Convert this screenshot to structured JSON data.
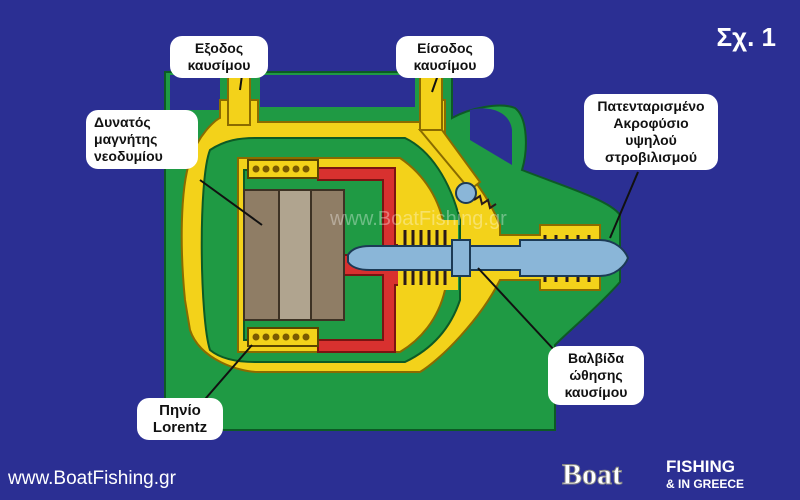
{
  "figure_label": "Σχ. 1",
  "website": "www.BoatFishing.gr",
  "watermark": "www.BoatFishing.gr",
  "logo": {
    "word1": "Boat",
    "word2": "FISHING",
    "word3": "& IN GREECE"
  },
  "labels": {
    "fuel_outlet": [
      "Εξοδος",
      "καυσίμου"
    ],
    "fuel_inlet": [
      "Είσοδος",
      "καυσίμου"
    ],
    "magnet": [
      "Δυνατός",
      "μαγνήτης",
      "νεοδυμίου"
    ],
    "nozzle": [
      "Πατενταρισμένο",
      "Ακροφύσιο",
      "υψηλού",
      "στροβιλισμού"
    ],
    "valve": [
      "Βαλβίδα",
      "ώθησης",
      "καυσίμου"
    ],
    "coil": [
      "Πηνίο",
      "Lorentz"
    ]
  },
  "colors": {
    "background": "#2b2f93",
    "housing": "#1f9a44",
    "yellow": "#f3d21a",
    "red": "#d8312f",
    "magnet": "#8f7d65",
    "rod": "#8ab6d8"
  }
}
